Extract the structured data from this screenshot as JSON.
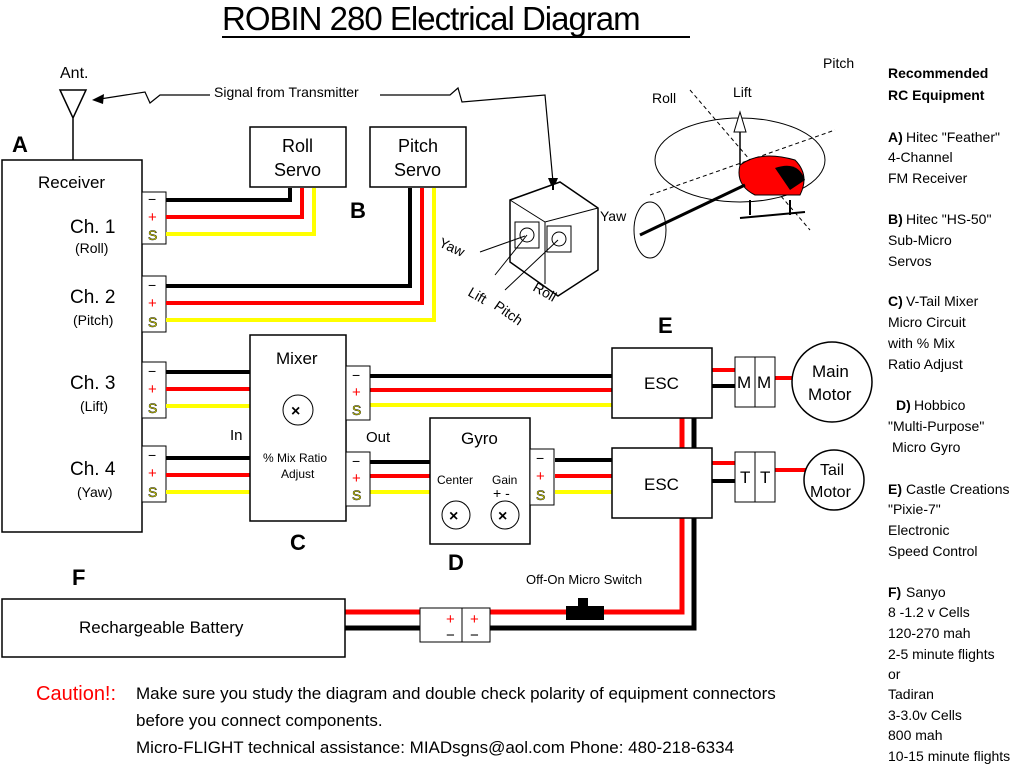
{
  "title": "ROBIN  280 Electrical Diagram",
  "antenna": "Ant.",
  "signal": "Signal from Transmitter",
  "sections": {
    "a": "A",
    "b": "B",
    "c": "C",
    "d": "D",
    "e": "E",
    "f": "F"
  },
  "receiver": {
    "label": "Receiver",
    "channels": [
      {
        "name": "Ch. 1",
        "sub": "(Roll)"
      },
      {
        "name": "Ch. 2",
        "sub": "(Pitch)"
      },
      {
        "name": "Ch. 3",
        "sub": "(Lift)"
      },
      {
        "name": "Ch. 4",
        "sub": "(Yaw)"
      }
    ]
  },
  "connector": {
    "minus": "−",
    "plus": "+",
    "signal": "S"
  },
  "servos": {
    "roll": [
      "Roll",
      "Servo"
    ],
    "pitch": [
      "Pitch",
      "Servo"
    ]
  },
  "transmitter": {
    "yaw": "Yaw",
    "roll": "Roll",
    "lift": "Lift",
    "pitch": "Pitch"
  },
  "helicopter": {
    "pitch": "Pitch",
    "roll": "Roll",
    "lift": "Lift",
    "yaw": "Yaw"
  },
  "mixer": {
    "title": "Mixer",
    "in": "In",
    "out": "Out",
    "line1": "% Mix Ratio",
    "line2": "Adjust"
  },
  "gyro": {
    "title": "Gyro",
    "center": "Center",
    "gain": "Gain",
    "gain_signs": "+  -"
  },
  "esc": {
    "main": "ESC",
    "tail": "ESC"
  },
  "motors": {
    "main": [
      "Main",
      "Motor"
    ],
    "tail": [
      "Tail",
      "Motor"
    ],
    "main_conn": "M",
    "tail_conn": "T"
  },
  "battery": {
    "label": "Rechargeable Battery",
    "plus": "+",
    "minus": "−"
  },
  "switch": "Off-On Micro Switch",
  "caution": {
    "label": "Caution!:",
    "line1": "Make sure you study the diagram and double check polarity of equipment connectors",
    "line2": "before you connect components.",
    "line3": "Micro-FLIGHT technical assistance: MIADsgns@aol.com  Phone: 480-218-6334"
  },
  "equipment": {
    "heading": [
      "Recommended",
      "RC Equipment"
    ],
    "items": [
      {
        "key": "A)",
        "lines": [
          "Hitec \"Feather\"",
          "4-Channel",
          " FM Receiver"
        ]
      },
      {
        "key": "B)",
        "lines": [
          "Hitec \"HS-50\"",
          "Sub-Micro",
          "Servos"
        ]
      },
      {
        "key": "C)",
        "lines": [
          "V-Tail Mixer",
          "Micro Circuit",
          "with  % Mix",
          "Ratio Adjust"
        ]
      },
      {
        "key": "D)",
        "lines": [
          "Hobbico",
          "\"Multi-Purpose\"",
          "Micro Gyro"
        ]
      },
      {
        "key": "E)",
        "lines": [
          "Castle Creations",
          "\"Pixie-7\"",
          "Electronic",
          "Speed Control"
        ]
      },
      {
        "key": "F)",
        "lines": [
          "Sanyo",
          "8 -1.2 v Cells",
          "120-270 mah",
          "2-5 minute flights",
          "or",
          "Tadiran",
          "3-3.0v Cells",
          "800 mah",
          "10-15 minute flights"
        ]
      }
    ]
  },
  "colors": {
    "negative": "#000000",
    "positive": "#ff0000",
    "signal": "#ffff00",
    "canopy": "#ff0000"
  }
}
